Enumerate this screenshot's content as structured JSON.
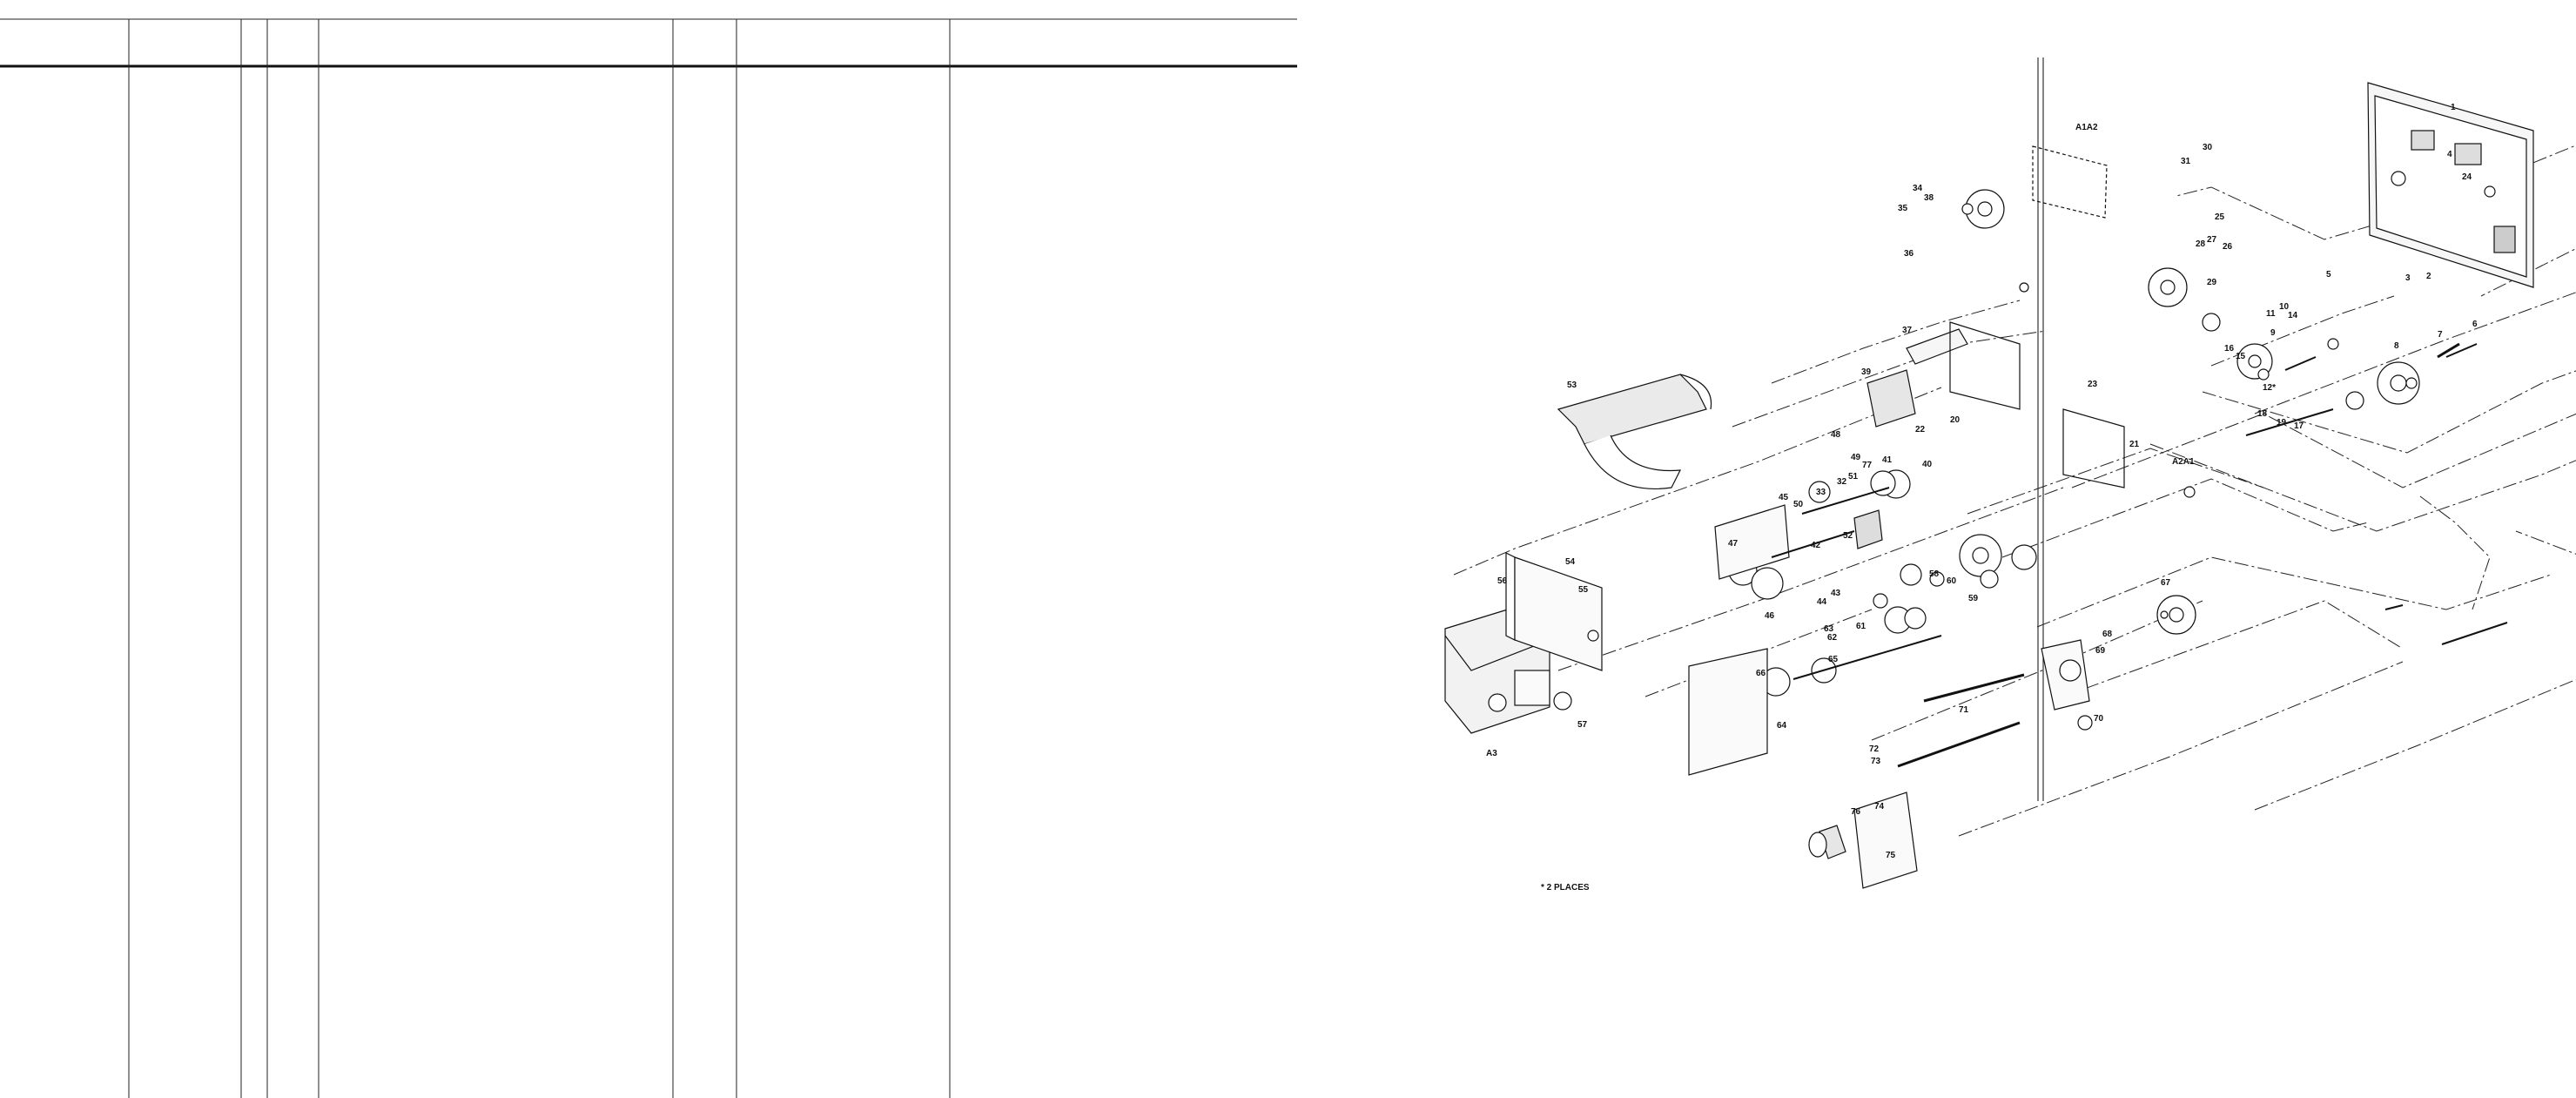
{
  "table": {
    "column_count": 8,
    "headers": [
      "",
      "",
      "",
      "",
      "",
      "",
      "",
      ""
    ]
  },
  "diagram": {
    "assembly_labels": [
      "A1A2",
      "A2A1",
      "A3"
    ],
    "note": "* 2 PLACES",
    "callouts": [
      "1",
      "2",
      "3",
      "4",
      "5",
      "6",
      "7",
      "8",
      "9",
      "10",
      "11",
      "12*",
      "14",
      "15",
      "16",
      "17",
      "18",
      "19",
      "20",
      "21",
      "22",
      "23",
      "24",
      "25",
      "26",
      "27",
      "28",
      "29",
      "30",
      "31",
      "32",
      "33",
      "34",
      "35",
      "36",
      "37",
      "38",
      "39",
      "40",
      "41",
      "42",
      "43",
      "44",
      "45",
      "46",
      "47",
      "48",
      "49",
      "50",
      "51",
      "52",
      "53",
      "54",
      "55",
      "56",
      "57",
      "58",
      "59",
      "60",
      "61",
      "62",
      "63",
      "64",
      "65",
      "66",
      "67",
      "68",
      "69",
      "70",
      "71",
      "72",
      "73",
      "74",
      "75",
      "76",
      "77"
    ]
  }
}
